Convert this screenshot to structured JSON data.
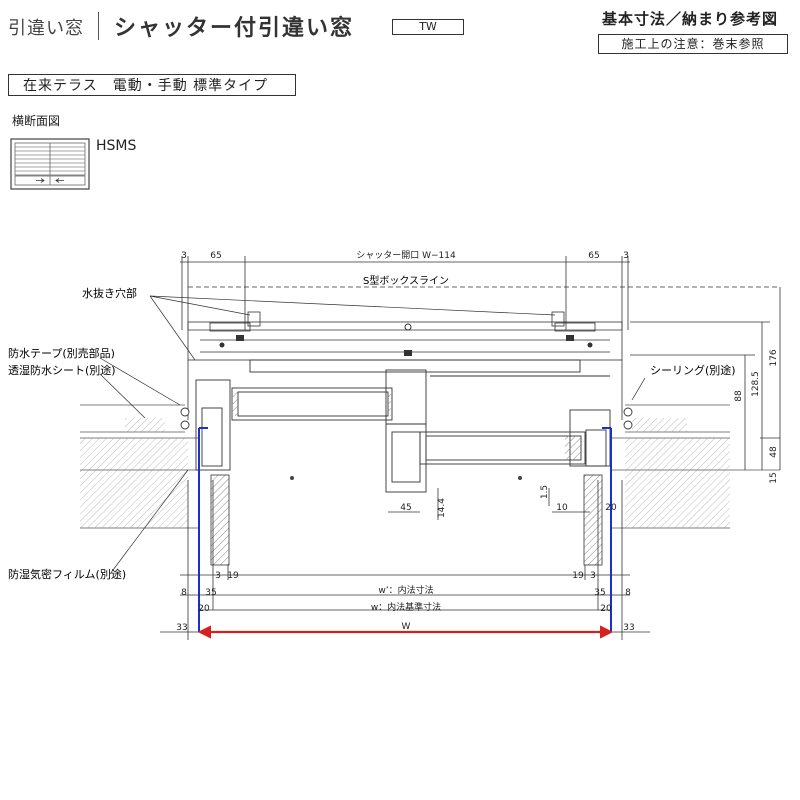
{
  "header": {
    "category": "引違い窓",
    "title": "シャッター付引違い窓",
    "code": "TW",
    "doc_type": "基本寸法／納まり参考図",
    "note": "施工上の注意：巻末参照"
  },
  "type_label": "在来テラス　電動・手動 標準タイプ",
  "section_label": "横断面図",
  "model": "HSMS",
  "annotations": {
    "drain_hole": "水抜き穴部",
    "waterproof_tape": "防水テープ(別売部品)",
    "breathable_sheet": "透湿防水シート(別途)",
    "sealing": "シーリング(別途)",
    "vapor_film": "防湿気密フィルム(別途)",
    "box_line": "S型ボックスライン"
  },
  "dimensions": {
    "shutter_opening": "シャッター開口 W−114",
    "top_3_left": "3",
    "top_65_left": "65",
    "top_65_right": "65",
    "top_3_right": "3",
    "right_176": "176",
    "right_128_5": "128.5",
    "right_88": "88",
    "right_48": "48",
    "right_15": "15",
    "mid_45": "45",
    "mid_14_4": "14.4",
    "mid_1_5": "1.5",
    "mid_10": "10",
    "mid_20": "20",
    "bot_3_left": "3",
    "bot_19_left": "19",
    "bot_3_right": "3",
    "bot_19_right": "19",
    "bot_8_left": "8",
    "bot_35_left": "35",
    "inner_w_prime": "w’：内法寸法",
    "bot_35_right": "35",
    "bot_8_right": "8",
    "bot_20_left": "20",
    "inner_w": "w：内法基準寸法",
    "bot_20_right": "20",
    "bot_33_left": "33",
    "overall_W": "W",
    "bot_33_right": "33"
  },
  "colors": {
    "line": "#333333",
    "hatch": "#888888",
    "blue": "#1a2fd0",
    "red": "#d42020"
  }
}
